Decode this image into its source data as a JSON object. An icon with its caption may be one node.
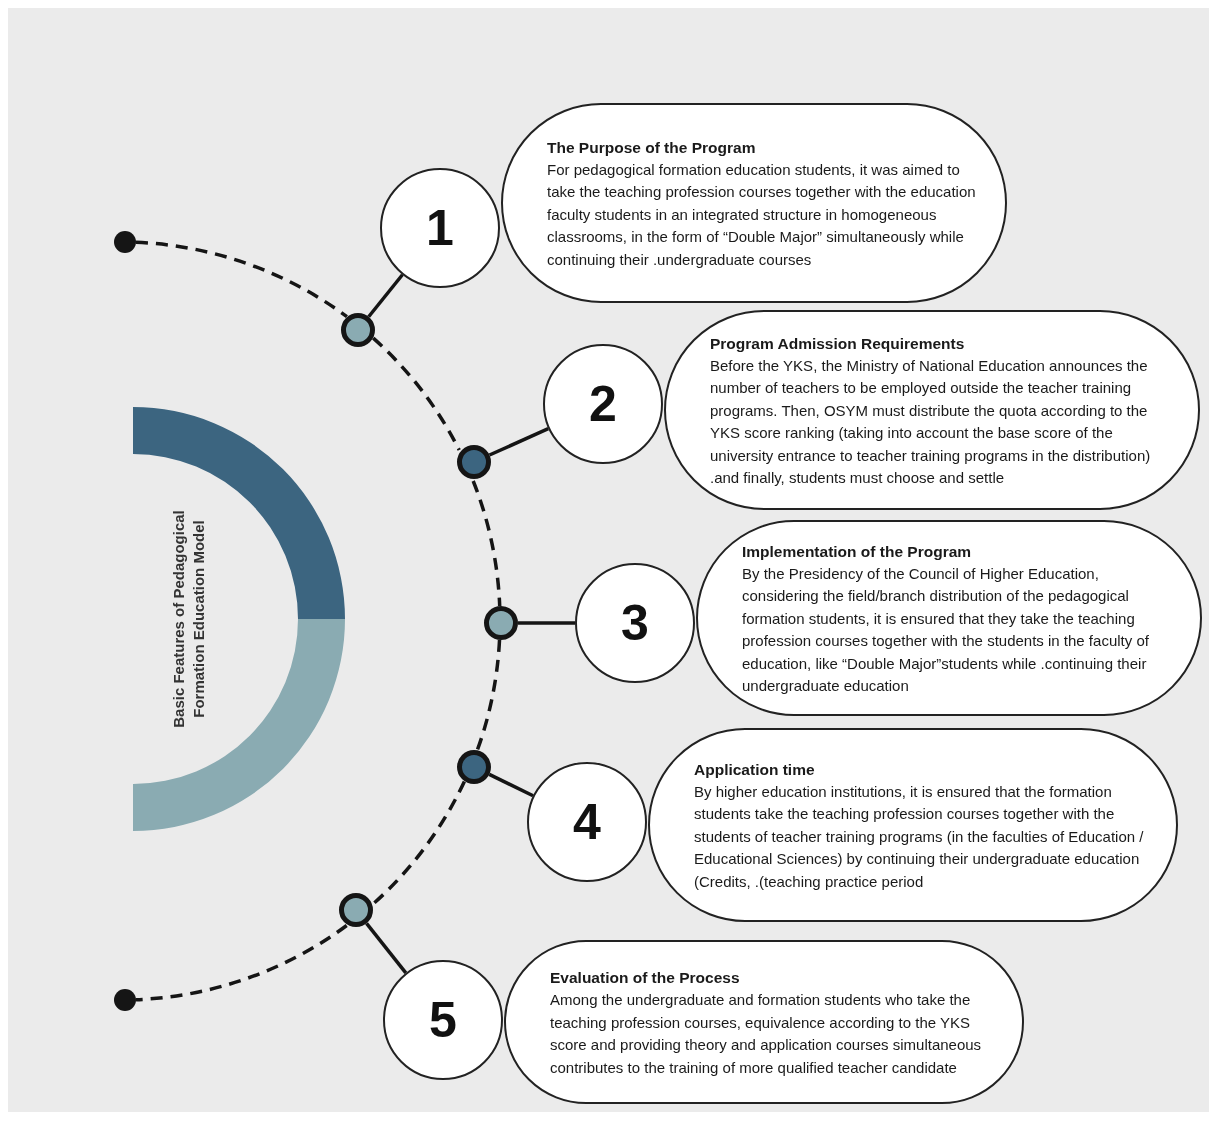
{
  "diagram": {
    "nodes": [
      {
        "text": [
          "Basic Features of Pedagogical Formation Education Model"
        ]
      },
      {
        "text": [],
        "shape": "circle"
      },
      {
        "text": [],
        "shape": "circle"
      },
      {
        "text": [],
        "shape": "circle"
      },
      {
        "text": [],
        "shape": "circle"
      },
      {
        "text": [],
        "shape": "circle"
      },
      {
        "text": [],
        "shape": "circle"
      },
      {
        "text": [],
        "shape": "circle"
      },
      {
        "text": [
          "1"
        ]
      },
      {
        "text": [
          "2"
        ]
      },
      {
        "text": [
          "3"
        ]
      },
      {
        "text": [
          "4"
        ]
      },
      {
        "text": [
          "5"
        ]
      },
      {
        "text": [
          "The Purpose of the Program",
          "For pedagogical formation education students, it was aimed to take the teaching profession courses together with the education faculty students in an integrated structure in homogeneous classrooms, in the form of “Double Major” simultaneously while continuing their .undergraduate courses"
        ]
      },
      {
        "text": [
          "Program Admission Requirements",
          "Before the YKS, the Ministry of National Education announces the number of teachers to be employed outside the teacher training programs. Then, OSYM must distribute the quota according to the YKS score ranking (taking into account the base score of the university entrance to teacher training programs in the distribution) .and finally, students must choose and settle"
        ]
      },
      {
        "text": [
          "Implementation of the Program",
          "By the Presidency of the Council of Higher Education, considering the field/branch distribution of the pedagogical formation students, it is ensured that they take the teaching profession courses together with the students in the faculty of education, like “Double Major”students while .continuing their undergraduate education"
        ]
      },
      {
        "text": [
          "Application time",
          "By higher education institutions, it is ensured that the formation students take the teaching profession courses together with the students of teacher training programs (in the faculties of Education / Educational Sciences) by continuing their undergraduate education (Credits, .(teaching practice period"
        ]
      },
      {
        "text": [
          "Evaluation of the Process",
          "Among the undergraduate and formation students who take the teaching profession courses, equivalence according to the YKS score and providing theory and application courses simultaneous contributes to the training of more qualified teacher candidate"
        ]
      }
    ],
    "edges": [
      {
        "from": 1,
        "to": 2,
        "arrow": "none",
        "style": "dashed"
      },
      {
        "from": 2,
        "to": 3,
        "arrow": "none",
        "style": "dashed"
      },
      {
        "from": 3,
        "to": 4,
        "arrow": "none",
        "style": "dashed"
      },
      {
        "from": 4,
        "to": 5,
        "arrow": "none",
        "style": "dashed"
      },
      {
        "from": 5,
        "to": 6,
        "arrow": "none",
        "style": "dashed"
      },
      {
        "from": 6,
        "to": 7,
        "arrow": "none",
        "style": "dashed"
      },
      {
        "from": 2,
        "to": 8,
        "arrow": "none"
      },
      {
        "from": 3,
        "to": 9,
        "arrow": "none"
      },
      {
        "from": 4,
        "to": 10,
        "arrow": "none"
      },
      {
        "from": 5,
        "to": 11,
        "arrow": "none"
      },
      {
        "from": 6,
        "to": 12,
        "arrow": "none"
      }
    ]
  }
}
